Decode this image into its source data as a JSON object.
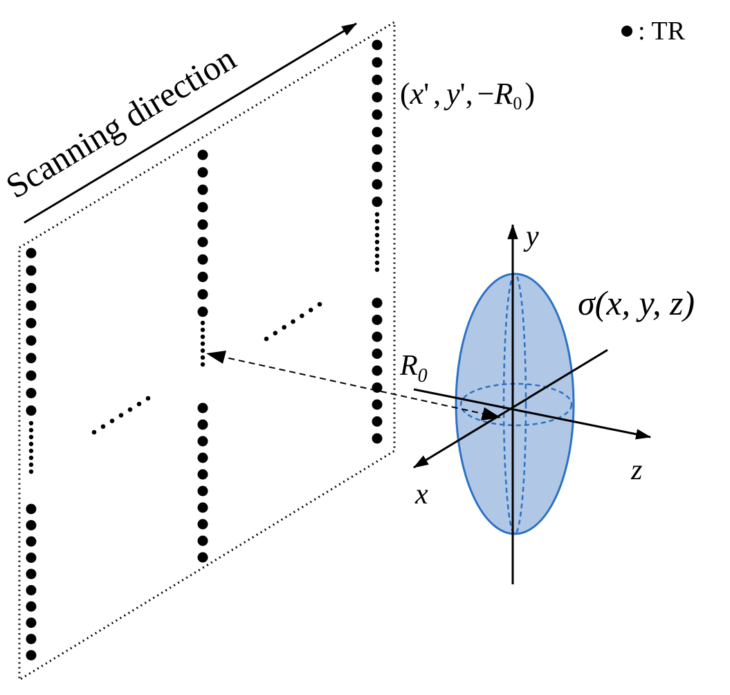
{
  "legend": {
    "label": ": TR"
  },
  "labels": {
    "scanning_direction": "Scanning direction",
    "tr_coordinate": {
      "x": "x",
      "prime1": "'",
      "y": "y",
      "prime2": "',",
      "minus": "−",
      "R": "R",
      "sub": "0"
    },
    "range": {
      "R": "R",
      "sub": "0"
    },
    "sigma": {
      "symbol": "σ",
      "args": "(x, y, z)"
    },
    "axes": {
      "x": "x",
      "y": "y",
      "z": "z"
    }
  },
  "colors": {
    "ellipsoid_fill": "#b1c7e6",
    "ellipsoid_stroke": "#2b72c4",
    "ink": "#000000"
  }
}
